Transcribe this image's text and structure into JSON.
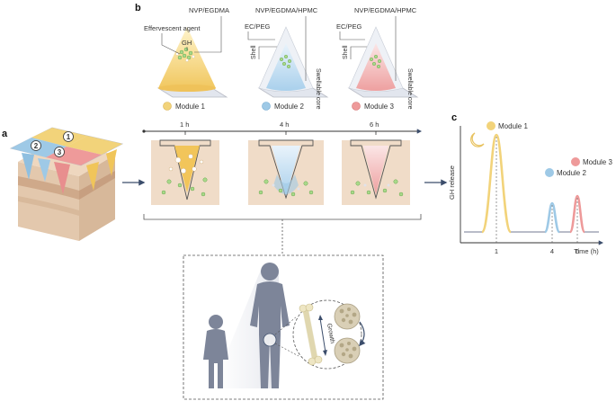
{
  "panels": {
    "a": "a",
    "b": "b",
    "c": "c"
  },
  "patch_numbers": [
    "1",
    "2",
    "3"
  ],
  "modules": [
    {
      "name": "Module 1",
      "time": "1 h",
      "top_label": "NVP/EGDMA",
      "labels": [
        "Effervescent agent",
        "GH"
      ],
      "color": "#f2d37a"
    },
    {
      "name": "Module 2",
      "time": "4 h",
      "top_label": "NVP/EGDMA/HPMC",
      "labels": [
        "EC/PEG",
        "Shell",
        "Swellable core"
      ],
      "color": "#9ec9e6"
    },
    {
      "name": "Module 3",
      "time": "6 h",
      "top_label": "NVP/EGDMA/HPMC",
      "labels": [
        "EC/PEG",
        "Shell",
        "Swellable core"
      ],
      "color": "#ee9a9a"
    }
  ],
  "chart": {
    "ylabel": "GH release",
    "xlabel": "Time (h)",
    "ticks": [
      "1",
      "4",
      "6"
    ],
    "legend": [
      "Module 1",
      "Module 2",
      "Module 3"
    ]
  },
  "growth_label": "Growth",
  "colors": {
    "yellow": "#f2d37a",
    "blue": "#9ec9e6",
    "pink": "#ee9a9a",
    "skin": "#edd9c4",
    "human": "#7d8599",
    "arrow": "#3b4d6b"
  }
}
